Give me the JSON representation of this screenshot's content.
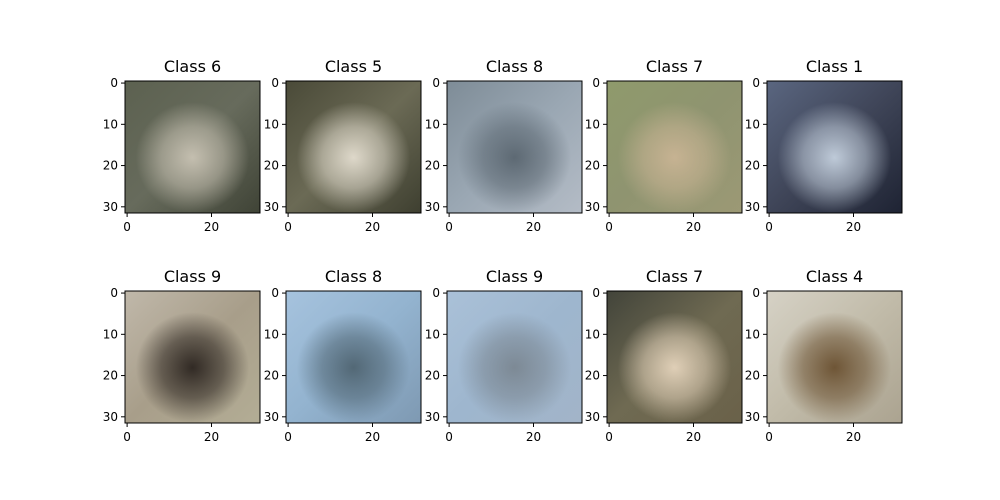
{
  "chart_data": {
    "type": "image-grid",
    "rows": 2,
    "cols": 5,
    "panels": [
      {
        "title": "Class 6",
        "colors": {
          "bg": "#676b5c",
          "center": "#c9c3b4",
          "tl": "#5c6150",
          "br": "#3f4336"
        }
      },
      {
        "title": "Class 5",
        "colors": {
          "bg": "#6b6a55",
          "center": "#e4ded0",
          "tl": "#4a4a38",
          "br": "#3e3f30"
        }
      },
      {
        "title": "Class 8",
        "colors": {
          "bg": "#9aa7b3",
          "center": "#5a6670",
          "tl": "#7e8c97",
          "br": "#b4bcc6"
        }
      },
      {
        "title": "Class 7",
        "colors": {
          "bg": "#8f9470",
          "center": "#c9b494",
          "tl": "#8f9a6c",
          "br": "#9c9975"
        }
      },
      {
        "title": "Class 1",
        "colors": {
          "bg": "#3f4558",
          "center": "#c5d1df",
          "tl": "#5a6680",
          "br": "#1e2333"
        }
      },
      {
        "title": "Class 9",
        "colors": {
          "bg": "#a89e8a",
          "center": "#2b241f",
          "tl": "#c0b8aa",
          "br": "#b3ad95"
        }
      },
      {
        "title": "Class 8",
        "colors": {
          "bg": "#93b3cf",
          "center": "#4f6471",
          "tl": "#a6c3de",
          "br": "#7e99b2"
        }
      },
      {
        "title": "Class 9",
        "colors": {
          "bg": "#9eb6ce",
          "center": "#7b8792",
          "tl": "#aac1d8",
          "br": "#a2b4c8"
        }
      },
      {
        "title": "Class 7",
        "colors": {
          "bg": "#6f6a52",
          "center": "#e5d4bc",
          "tl": "#42443a",
          "br": "#6a6149"
        }
      },
      {
        "title": "Class 4",
        "colors": {
          "bg": "#c1bba9",
          "center": "#6a5030",
          "tl": "#d6d2c6",
          "br": "#aba390"
        }
      }
    ],
    "xticks": [
      "0",
      "20"
    ],
    "yticks": [
      "0",
      "10",
      "20",
      "30"
    ],
    "xlim": [
      -0.5,
      31.5
    ],
    "ylim": [
      31.5,
      -0.5
    ]
  }
}
